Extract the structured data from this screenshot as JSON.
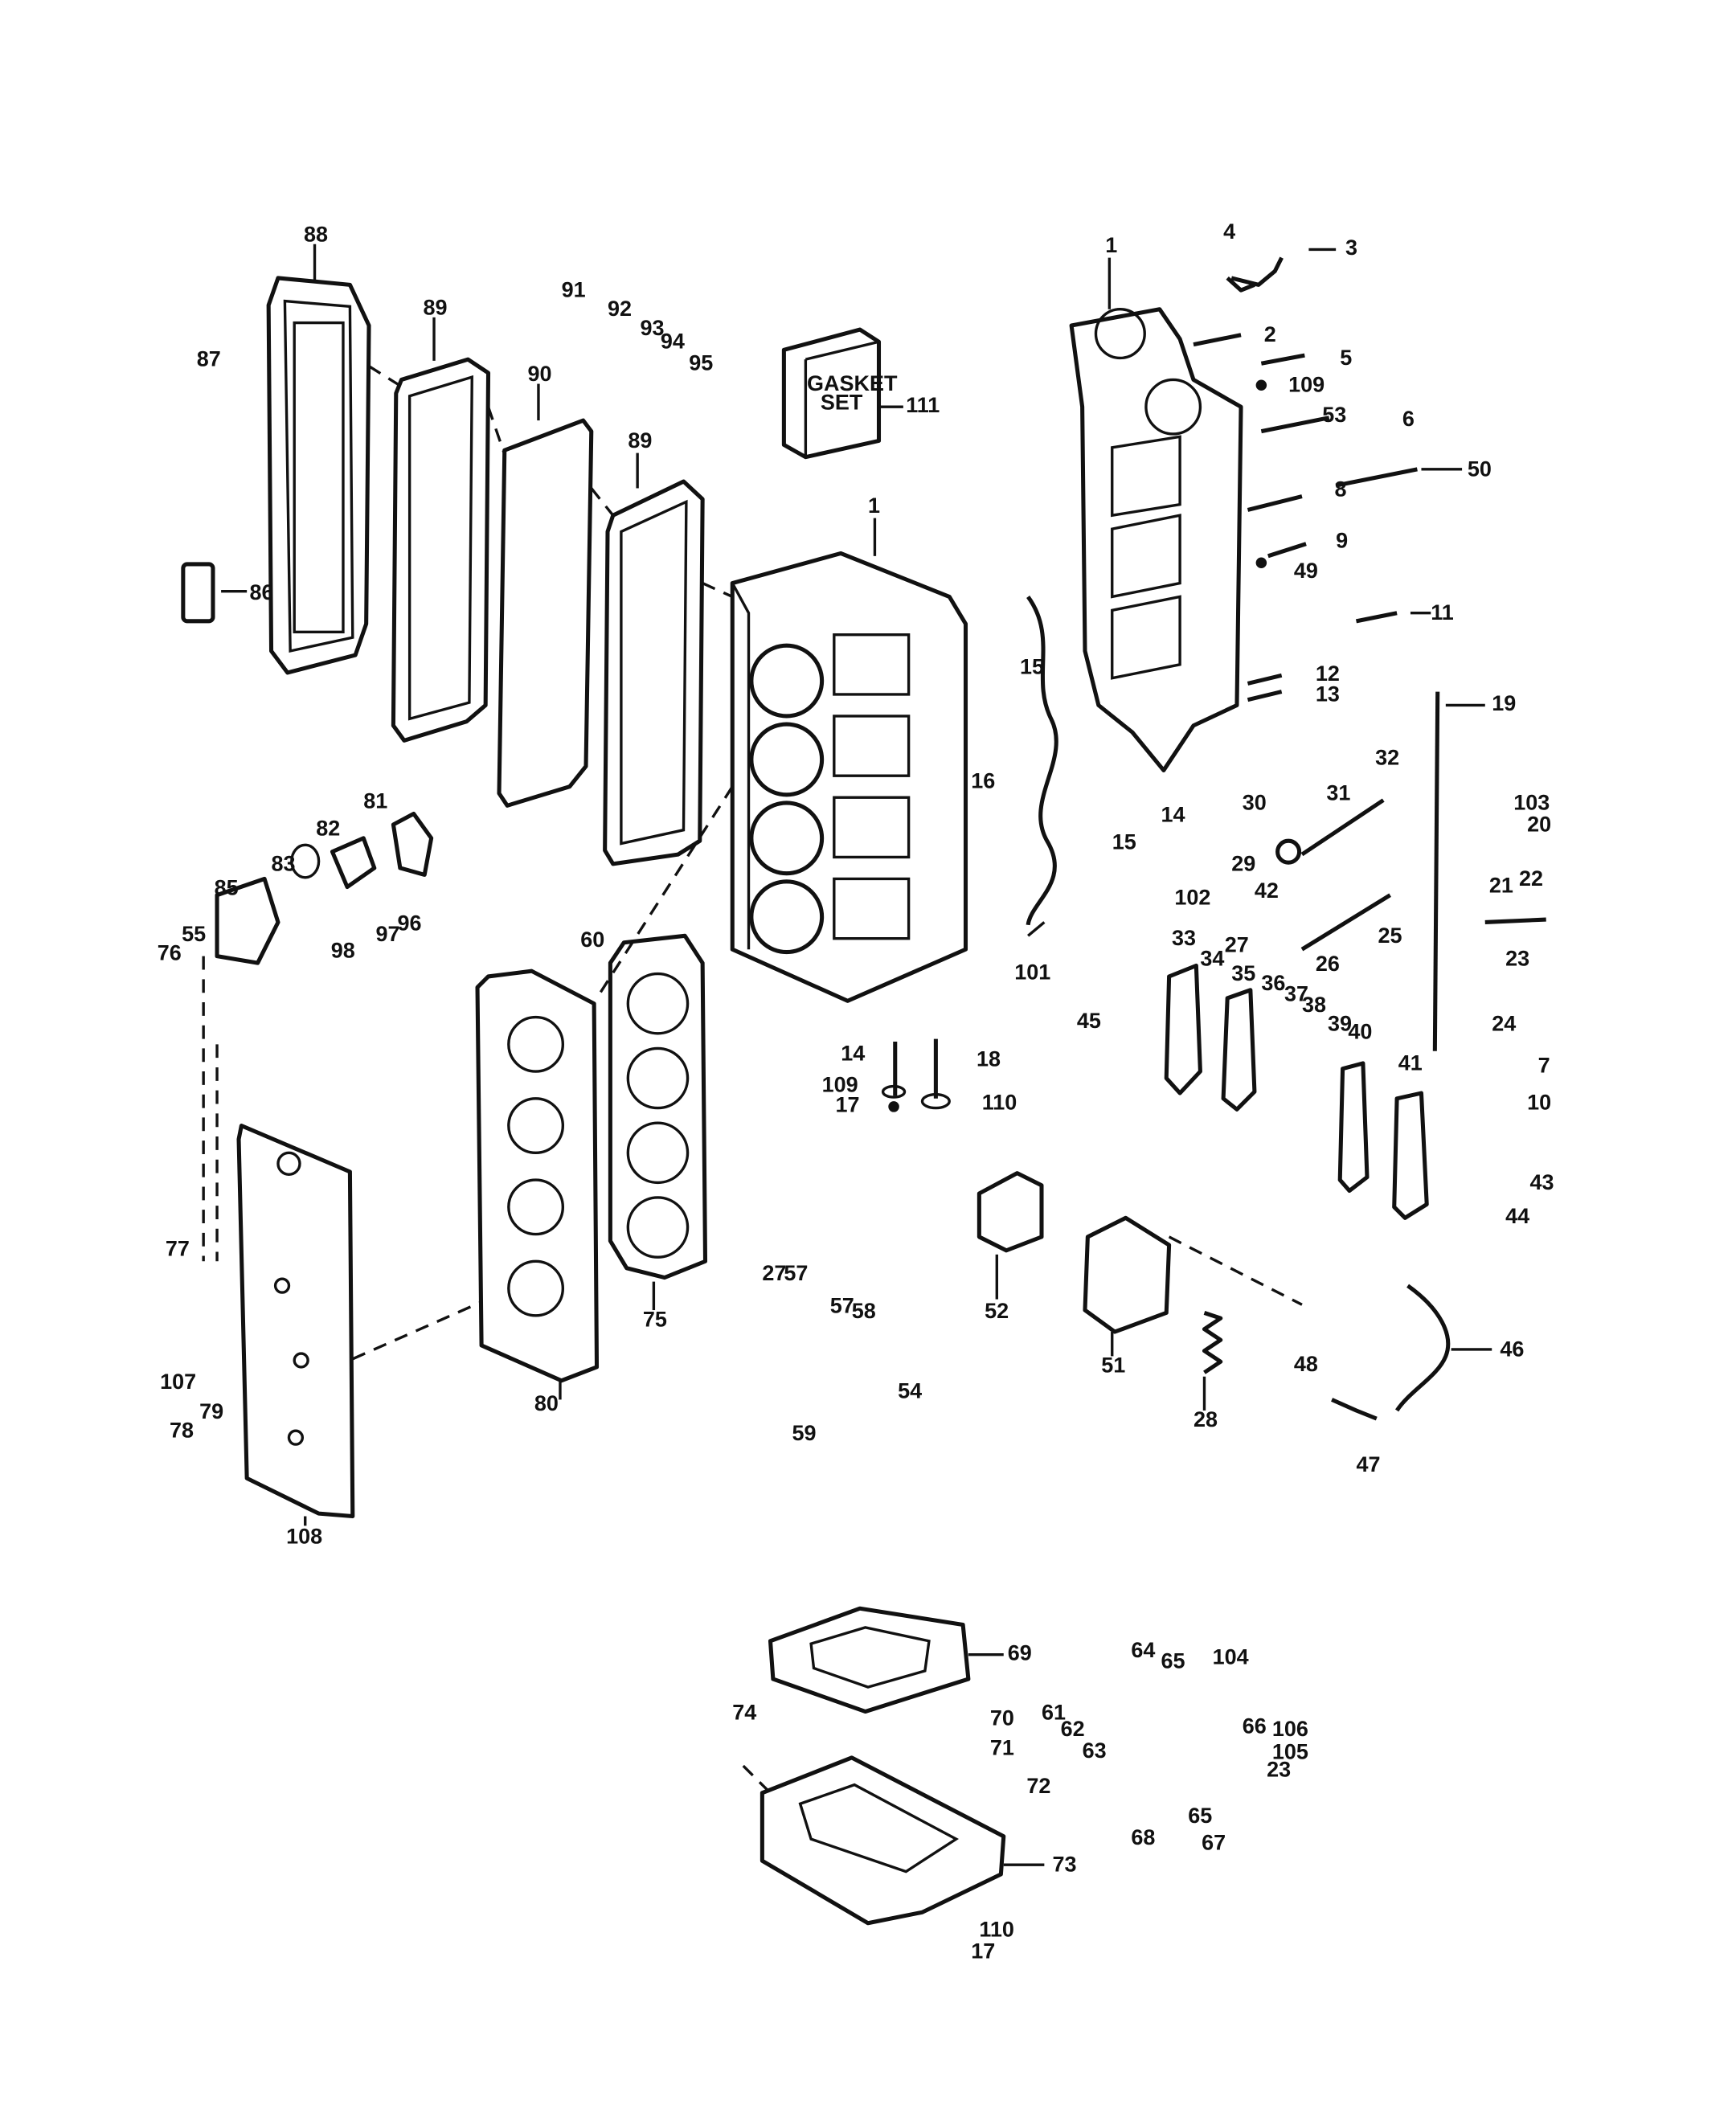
{
  "diagram": {
    "title": "",
    "gasket_set_box": {
      "line1": "GASKET",
      "line2": "SET"
    },
    "labels": {
      "n1a": "1",
      "n1b": "1",
      "n2": "2",
      "n3": "3",
      "n4": "4",
      "n5": "5",
      "n6": "6",
      "n7": "7",
      "n8": "8",
      "n9": "9",
      "n10": "10",
      "n11": "11",
      "n12": "12",
      "n13": "13",
      "n14a": "14",
      "n14b": "14",
      "n15a": "15",
      "n15b": "15",
      "n16": "16",
      "n17a": "17",
      "n17b": "17",
      "n18": "18",
      "n19": "19",
      "n20": "20",
      "n21": "21",
      "n22": "22",
      "n23a": "23",
      "n23b": "23",
      "n24": "24",
      "n25": "25",
      "n26": "26",
      "n27a": "27",
      "n27b": "27",
      "n28": "28",
      "n29": "29",
      "n30": "30",
      "n31": "31",
      "n32": "32",
      "n33": "33",
      "n34": "34",
      "n35": "35",
      "n36": "36",
      "n37": "37",
      "n38": "38",
      "n39": "39",
      "n40": "40",
      "n41": "41",
      "n42": "42",
      "n43": "43",
      "n44": "44",
      "n45": "45",
      "n46": "46",
      "n47": "47",
      "n48": "48",
      "n49": "49",
      "n50": "50",
      "n51": "51",
      "n52": "52",
      "n53": "53",
      "n54": "54",
      "n55": "55",
      "n57a": "57",
      "n57b": "57",
      "n58": "58",
      "n59": "59",
      "n60": "60",
      "n61": "61",
      "n62": "62",
      "n63": "63",
      "n64": "64",
      "n65a": "65",
      "n65b": "65",
      "n66": "66",
      "n67": "67",
      "n68": "68",
      "n69": "69",
      "n70": "70",
      "n71": "71",
      "n72": "72",
      "n73": "73",
      "n74": "74",
      "n75": "75",
      "n76": "76",
      "n77": "77",
      "n78": "78",
      "n79": "79",
      "n80": "80",
      "n81": "81",
      "n82": "82",
      "n83": "83",
      "n85": "85",
      "n86": "86",
      "n87": "87",
      "n88": "88",
      "n89a": "89",
      "n89b": "89",
      "n90": "90",
      "n91": "91",
      "n92": "92",
      "n93": "93",
      "n94": "94",
      "n95": "95",
      "n96": "96",
      "n97": "97",
      "n98": "98",
      "n101": "101",
      "n102": "102",
      "n103": "103",
      "n104": "104",
      "n105": "105",
      "n106": "106",
      "n107": "107",
      "n108": "108",
      "n109a": "109",
      "n109b": "109",
      "n110a": "110",
      "n110b": "110",
      "n111": "111"
    }
  }
}
